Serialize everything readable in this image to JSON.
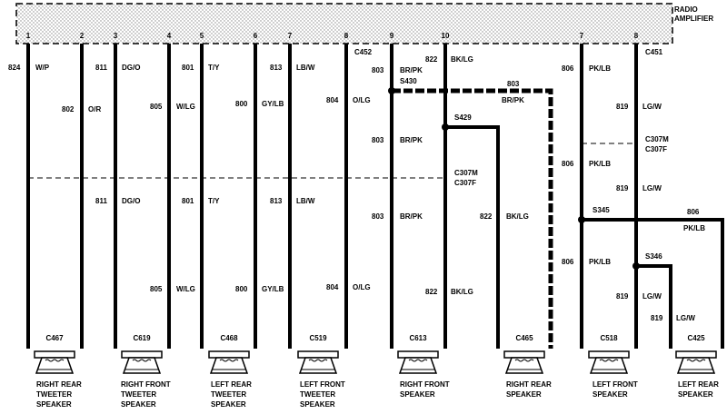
{
  "radio_amplifier": {
    "label_line1": "RADIO",
    "label_line2": "AMPLIFIER",
    "pins": [
      "1",
      "2",
      "3",
      "4",
      "5",
      "6",
      "7",
      "8",
      "9",
      "10",
      "7",
      "8"
    ]
  },
  "connectors": {
    "c452": "C452",
    "c451": "C451",
    "c307m": "C307M",
    "c307f": "C307F",
    "c307m_right": "C307M",
    "c307f_right": "C307F"
  },
  "splices": {
    "s430": "S430",
    "s429": "S429",
    "s345": "S345",
    "s346": "S346"
  },
  "wires_top": [
    {
      "circuit": "824",
      "color": "W/P"
    },
    {
      "circuit": "802",
      "color": "O/R"
    },
    {
      "circuit": "811",
      "color": "DG/O"
    },
    {
      "circuit": "805",
      "color": "W/LG"
    },
    {
      "circuit": "801",
      "color": "T/Y"
    },
    {
      "circuit": "800",
      "color": "GY/LB"
    },
    {
      "circuit": "813",
      "color": "LB/W"
    },
    {
      "circuit": "804",
      "color": "O/LG"
    },
    {
      "circuit": "803",
      "color": "BR/PK"
    },
    {
      "circuit": "822",
      "color": "BK/LG"
    },
    {
      "circuit": "806",
      "color": "PK/LB"
    },
    {
      "circuit": "819",
      "color": "LG/W"
    }
  ],
  "wires_mid": {
    "s430_branch": {
      "circuit": "803",
      "color": "BR/PK"
    },
    "br_pk_mid": {
      "circuit": "803",
      "color": "BR/PK"
    },
    "pk_lb_mid": {
      "circuit": "806",
      "color": "PK/LB"
    },
    "lg_w_mid": {
      "circuit": "819",
      "color": "LG/W"
    }
  },
  "wires_bottom": [
    {
      "circuit": "811",
      "color": "DG/O"
    },
    {
      "circuit": "805",
      "color": "W/LG"
    },
    {
      "circuit": "801",
      "color": "T/Y"
    },
    {
      "circuit": "800",
      "color": "GY/LB"
    },
    {
      "circuit": "813",
      "color": "LB/W"
    },
    {
      "circuit": "804",
      "color": "O/LG"
    },
    {
      "circuit": "803",
      "color": "BR/PK"
    },
    {
      "circuit": "822",
      "color": "BK/LG"
    },
    {
      "circuit": "822",
      "color": "BK/LG"
    },
    {
      "circuit": "806",
      "color": "PK/LB"
    },
    {
      "circuit": "806",
      "color": "PK/LB"
    },
    {
      "circuit": "819",
      "color": "LG/W"
    },
    {
      "circuit": "819",
      "color": "LG/W"
    }
  ],
  "speakers": [
    {
      "connector": "C467",
      "line1": "RIGHT REAR",
      "line2": "TWEETER",
      "line3": "SPEAKER"
    },
    {
      "connector": "C619",
      "line1": "RIGHT FRONT",
      "line2": "TWEETER",
      "line3": "SPEAKER"
    },
    {
      "connector": "C468",
      "line1": "LEFT REAR",
      "line2": "TWEETER",
      "line3": "SPEAKER"
    },
    {
      "connector": "C519",
      "line1": "LEFT FRONT",
      "line2": "TWEETER",
      "line3": "SPEAKER"
    },
    {
      "connector": "C613",
      "line1": "RIGHT FRONT",
      "line2": "SPEAKER",
      "line3": ""
    },
    {
      "connector": "C465",
      "line1": "RIGHT REAR",
      "line2": "SPEAKER",
      "line3": ""
    },
    {
      "connector": "C518",
      "line1": "LEFT FRONT",
      "line2": "SPEAKER",
      "line3": ""
    },
    {
      "connector": "C425",
      "line1": "LEFT REAR",
      "line2": "SPEAKER",
      "line3": ""
    }
  ]
}
